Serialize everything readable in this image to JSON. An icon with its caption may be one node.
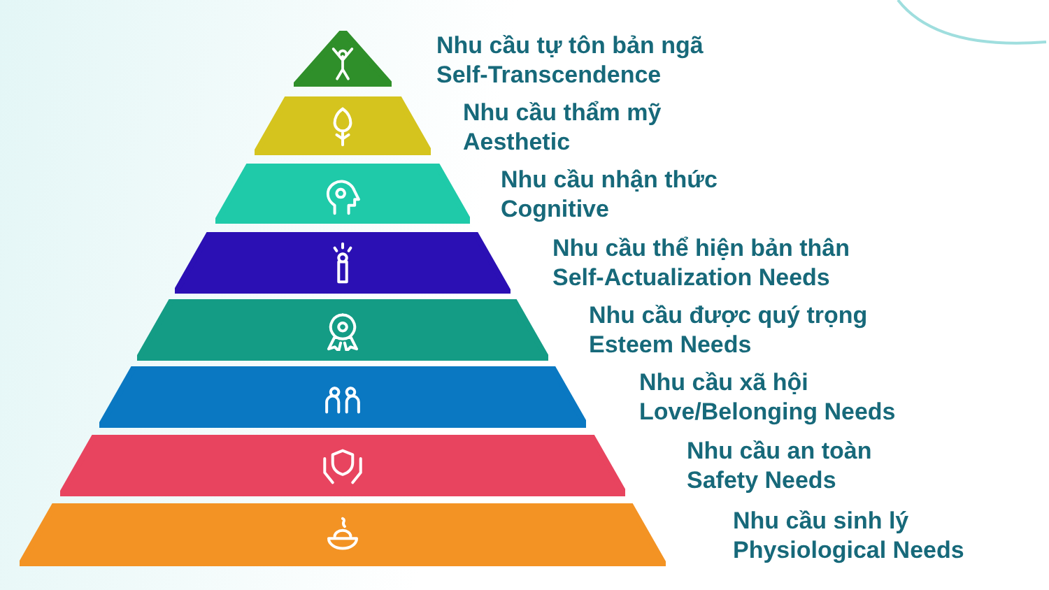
{
  "diagram": {
    "nodes": [
      {
        "text": [],
        "shape": "triangle",
        "beside": [
          "Nhu cầu tự tôn bản ngã",
          "Self-Transcendence"
        ]
      },
      {
        "text": [],
        "shape": "trapezoid",
        "beside": [
          "Nhu cầu thẩm mỹ",
          "Aesthetic"
        ]
      },
      {
        "text": [],
        "shape": "trapezoid",
        "beside": [
          "Nhu cầu nhận thức",
          "Cognitive"
        ]
      },
      {
        "text": [],
        "shape": "trapezoid",
        "beside": [
          "Nhu cầu thể hiện bản thân",
          "Self-Actualization Needs"
        ]
      },
      {
        "text": [],
        "shape": "trapezoid",
        "beside": [
          "Nhu cầu được quý trọng",
          "Esteem Needs"
        ]
      },
      {
        "text": [],
        "shape": "trapezoid",
        "beside": [
          "Nhu cầu xã hội",
          "Love/Belonging Needs"
        ]
      },
      {
        "text": [],
        "shape": "trapezoid",
        "beside": [
          "Nhu cầu an toàn",
          "Safety Needs"
        ]
      },
      {
        "text": [],
        "shape": "trapezoid",
        "beside": [
          "Nhu cầu sinh lý",
          "Physiological Needs"
        ]
      }
    ]
  }
}
